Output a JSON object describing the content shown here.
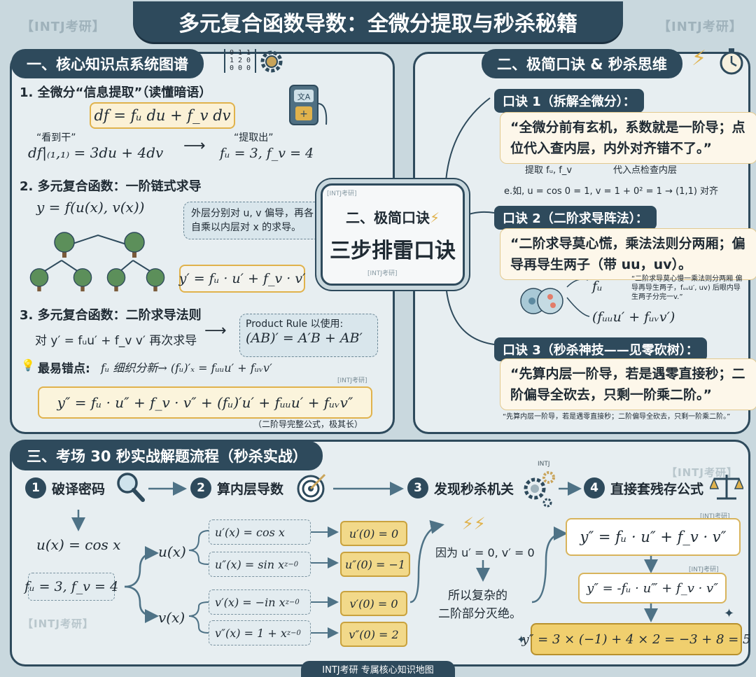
{
  "title": "多元复合函数导数：全微分提取与秒杀秘籍",
  "watermark": "【INTJ考研】",
  "s1": {
    "title": "一、核心知识点系统图谱",
    "h1": "1. 全微分“信息提取”（读懂暗语）",
    "df": "df = f",
    "df_formula": "df = fᵤ du + f_v dv",
    "see": "“看到干”",
    "extract": "“提取出”",
    "df_eval": "df|₍₁,₁₎ = 3du + 4dv",
    "df_result": "fᵤ = 3, f_v = 4",
    "h2": "2. 多元复合函数：一阶链式求导",
    "y_def": "y = f(u(x), v(x))",
    "note2": "外层分别对 u, v 偏导，再各自乘以内层对 x 的求导。",
    "yp": "y′ = fᵤ · u′ + f_v · v′",
    "h3": "3. 多元复合函数：二阶求导法则",
    "line3": "对 y′ = fᵤu′ + f_v v′ 再次求导",
    "pr_label": "Product Rule 以使用:",
    "pr": "(AB)′ = A′B + AB′",
    "err_label": "最易错点:",
    "err": "fᵤ 细织分新→ (fᵤ)′ₓ = fᵤᵤu′ + fᵤᵥv′",
    "ypp": "y″ =   fᵤ · u″ + f_v · v″ + (fᵤ)′u′ + fᵤᵤu′ + fᵤᵥv″",
    "caption": "（二阶导完整公式，极其长）",
    "tag": "[INTJ考研]"
  },
  "s2": {
    "title": "二、极简口诀 & 秒杀思维",
    "k1_title": "口诀 1（拆解全微分）：",
    "k1": "“全微分前有玄机，系数就是一阶导；点位代入查内层，内外对齐错不了。”",
    "k1_l": "提取 fᵤ, f_v",
    "k1_r": "代入点检查内层",
    "k1_eg": "e.如, u = cos 0 = 1, v = 1 + 0² = 1 → (1,1) 对齐",
    "k2_title": "口诀 2（二阶求导阵法）：",
    "k2": "“二阶求导莫心慌，乘法法则分两厢；偏导再导生两子（带 uu，uv）。",
    "k2_small": "“二阶求导莫心慢一乘法则分两厢 偏导再导生两子，fᵤᵤu′, uv) 后眼内导生两子分完一v.”",
    "k2_fu": "fᵤ",
    "k2_f2": "(fᵤᵤu′ + fᵤᵥv′)",
    "k3_title": "口诀 3（秒杀神技——见零砍树）：",
    "k3": "“先算内层一阶导，若是遇零直接秒；二阶偏导全砍去，只剩一阶乘二阶。”",
    "k3_small": "“先算内层一阶导，若是遇零直接秒；二阶偏导全砍去，只剩一阶乘二阶。”"
  },
  "center": {
    "top": "二、极简口诀",
    "main": "三步排雷口诀",
    "tag": "[INTJ考研]"
  },
  "s3": {
    "title": "三、考场 30 秒实战解题流程（秒杀实战）",
    "steps": [
      {
        "num": "1",
        "label": "破译密码"
      },
      {
        "num": "2",
        "label": "算内层导数"
      },
      {
        "num": "3",
        "label": "发现秒杀机关"
      },
      {
        "num": "4",
        "label": "直接套残存公式"
      }
    ],
    "u_def": "u(x) = cos x",
    "f_vals": "fᵤ = 3, f_v = 4",
    "u_node": "u(x)",
    "v_node": "v(x)",
    "d1": "u′(x) = cos x",
    "d2": "u″(x) = sin x",
    "d2_sup": "z−0",
    "d3": "v′(x) = −in x",
    "d3_sup": "z−0",
    "d4": "v″(x) = 1 + x",
    "d4_sup": "z−0",
    "r1": "u′(0) = 0",
    "r2": "u″(0) = −1",
    "r3": "v′(0) = 0",
    "r4": "v″(0) = 2",
    "because": "因为 u′ = 0, v′ = 0",
    "so1": "所以复杂的",
    "so2": "二阶部分灭绝。",
    "f1": "y″ = fᵤ · u″ + f_v · v″",
    "f2": "y″ = -fᵤ · u‴ + f_v · v″",
    "f3": "y″ = 3 × (−1) + 4 × 2 = −3 + 8 = 5",
    "intj": "INTJ",
    "tag": "[INTJ考研]"
  },
  "footer": "INTJ考研  专属核心知识地图",
  "colors": {
    "navy": "#2e4a5c",
    "panel": "#e7eef1",
    "gold": "#e0b24c",
    "bg": "#c9d8de"
  }
}
